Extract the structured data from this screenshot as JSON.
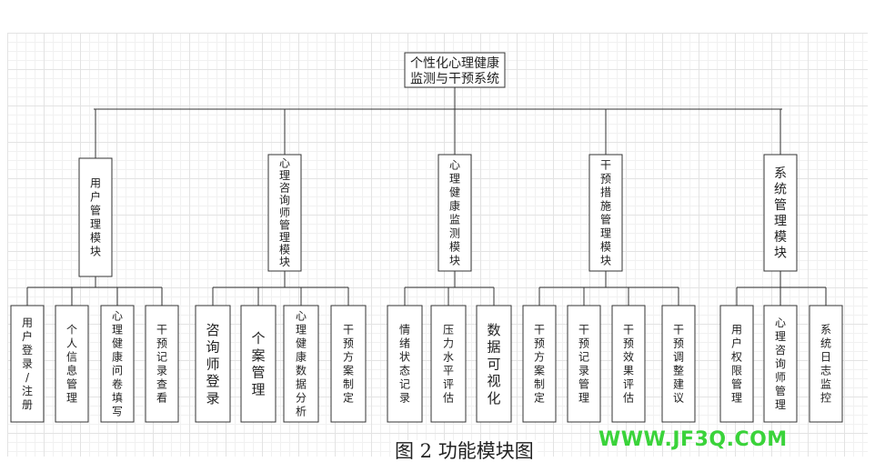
{
  "diagram": {
    "root": {
      "line1": "个性化心理健康",
      "line2": "监测与干预系统"
    },
    "modules": [
      {
        "label": "用户管理模块",
        "children": [
          "用户登录/注册",
          "个人信息管理",
          "心理健康问卷填写",
          "干预记录查看"
        ]
      },
      {
        "label": "心理咨询师管理模块",
        "children": [
          "咨询师登录",
          "个案管理",
          "心理健康数据分析",
          "干预方案制定"
        ]
      },
      {
        "label": "心理健康监测模块",
        "children": [
          "情绪状态记录",
          "压力水平评估",
          "数据可视化"
        ]
      },
      {
        "label": "干预措施管理模块",
        "children": [
          "干预方案制定",
          "干预记录管理",
          "干预效果评估",
          "干预调整建议"
        ]
      },
      {
        "label": "系统管理模块",
        "children": [
          "用户权限管理",
          "心理咨询师管理",
          "系统日志监控"
        ]
      }
    ]
  },
  "caption": "图 2  功能模块图",
  "watermark": "WWW.JF3Q.COM"
}
